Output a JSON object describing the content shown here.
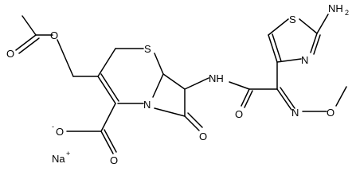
{
  "molecule": {
    "labels": {
      "O_ester": "O",
      "O_carbonyl_acetyl": "O",
      "S_ring": "S",
      "N_ring": "N",
      "NH_amide": "NH",
      "O_amide": "O",
      "O_lactam": "O",
      "O_carboxylate": "O",
      "O_carboxylate_charge": "-",
      "O_carboxyl_double": "O",
      "Na": "Na",
      "Na_charge": "+",
      "NH2": "NH",
      "NH2_subscript": "2",
      "S_thiazole": "S",
      "N_thiazole": "N",
      "N_oxime": "N",
      "O_oxime": "O"
    }
  }
}
